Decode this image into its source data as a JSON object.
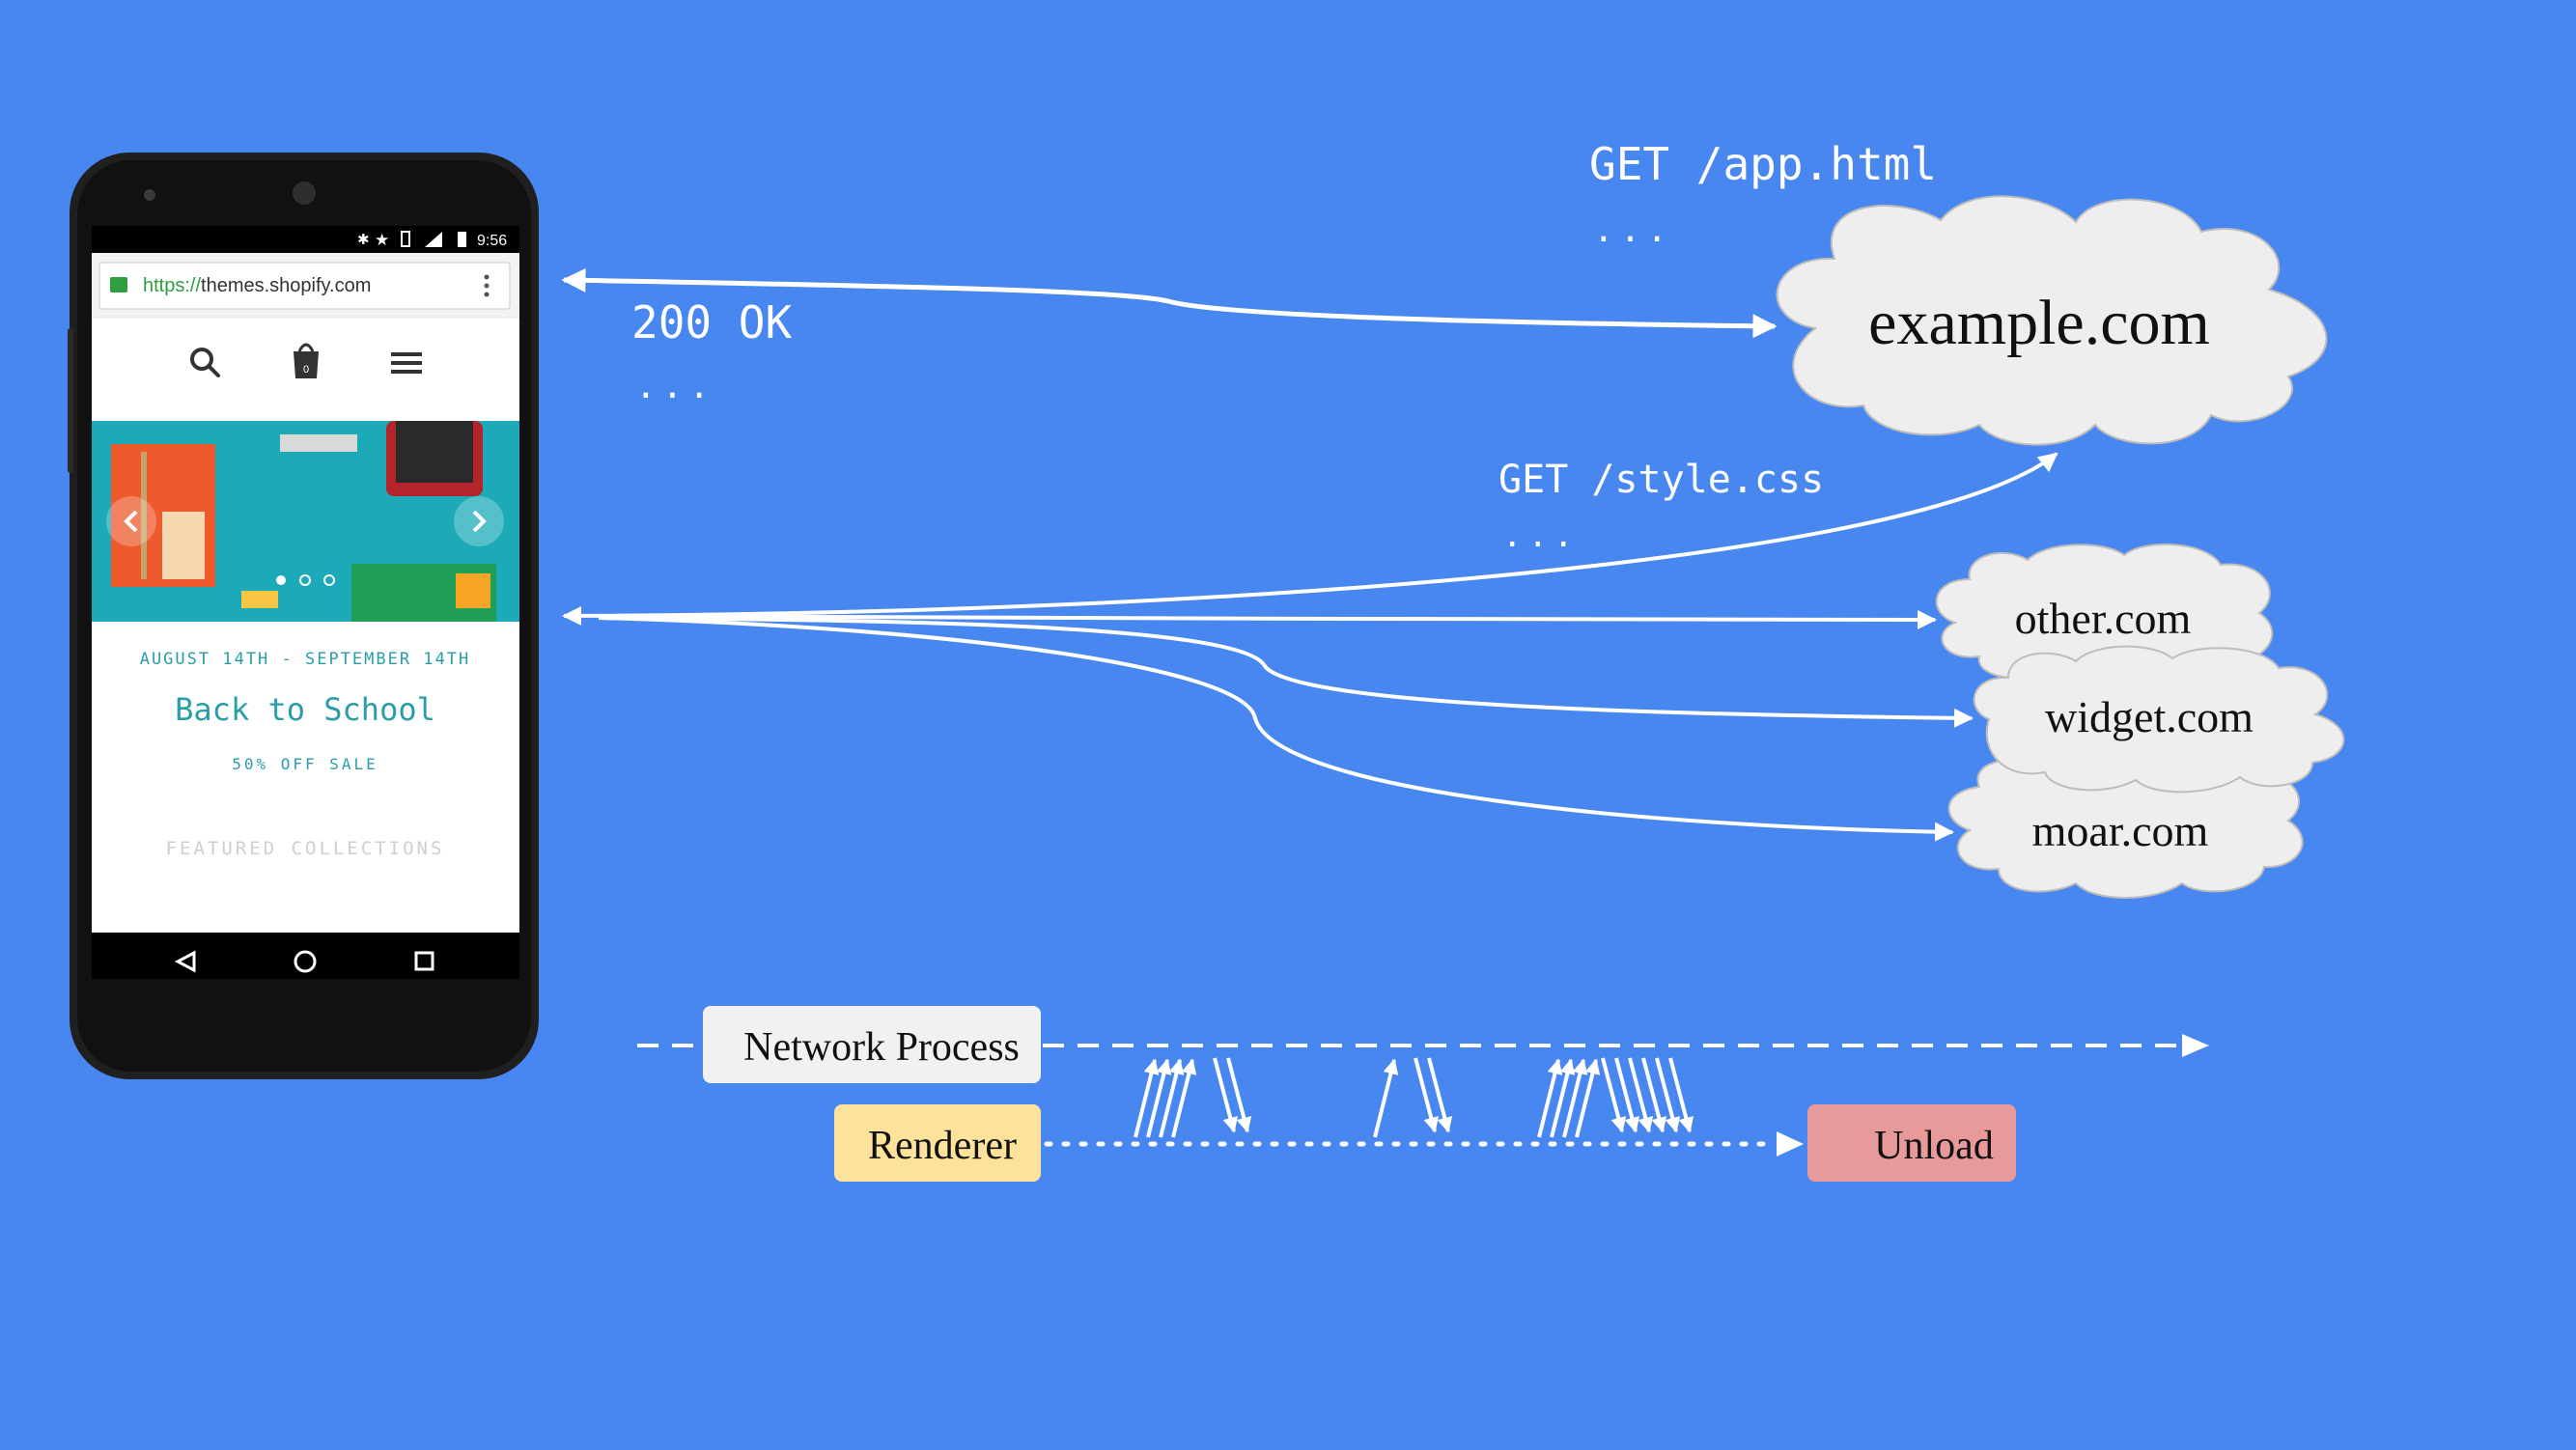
{
  "requests": {
    "app_request": "GET /app.html",
    "app_request_more": "...",
    "response": "200 OK",
    "response_more": "...",
    "style_request": "GET /style.css",
    "style_request_more": "..."
  },
  "servers": {
    "example": "example.com",
    "other": "other.com",
    "widget": "widget.com",
    "moar": "moar.com"
  },
  "processes": {
    "network": "Network Process",
    "renderer": "Renderer",
    "unload": "Unload"
  },
  "colors": {
    "background": "#4787EF",
    "network_box": "#F1F1F1",
    "renderer_box": "#FCE29B",
    "unload_box": "#E89A9A",
    "cloud": "#EEEEEE"
  },
  "phone": {
    "status_time": "9:56",
    "url_scheme": "https://",
    "url_host": "themes.shopify.com",
    "cart_count": "0",
    "banner_dates": "AUGUST 14TH - SEPTEMBER 14TH",
    "banner_title": "Back to School",
    "banner_subtitle": "50% OFF SALE",
    "featured_label": "FEATURED COLLECTIONS",
    "icons": [
      "bluetooth-icon",
      "star-icon",
      "vibrate-icon",
      "signal-icon",
      "battery-icon",
      "lock-icon",
      "menu-dots-icon",
      "search-icon",
      "cart-icon",
      "hamburger-icon",
      "prev-arrow-icon",
      "next-arrow-icon",
      "back-nav-icon",
      "home-nav-icon",
      "recents-nav-icon"
    ]
  }
}
